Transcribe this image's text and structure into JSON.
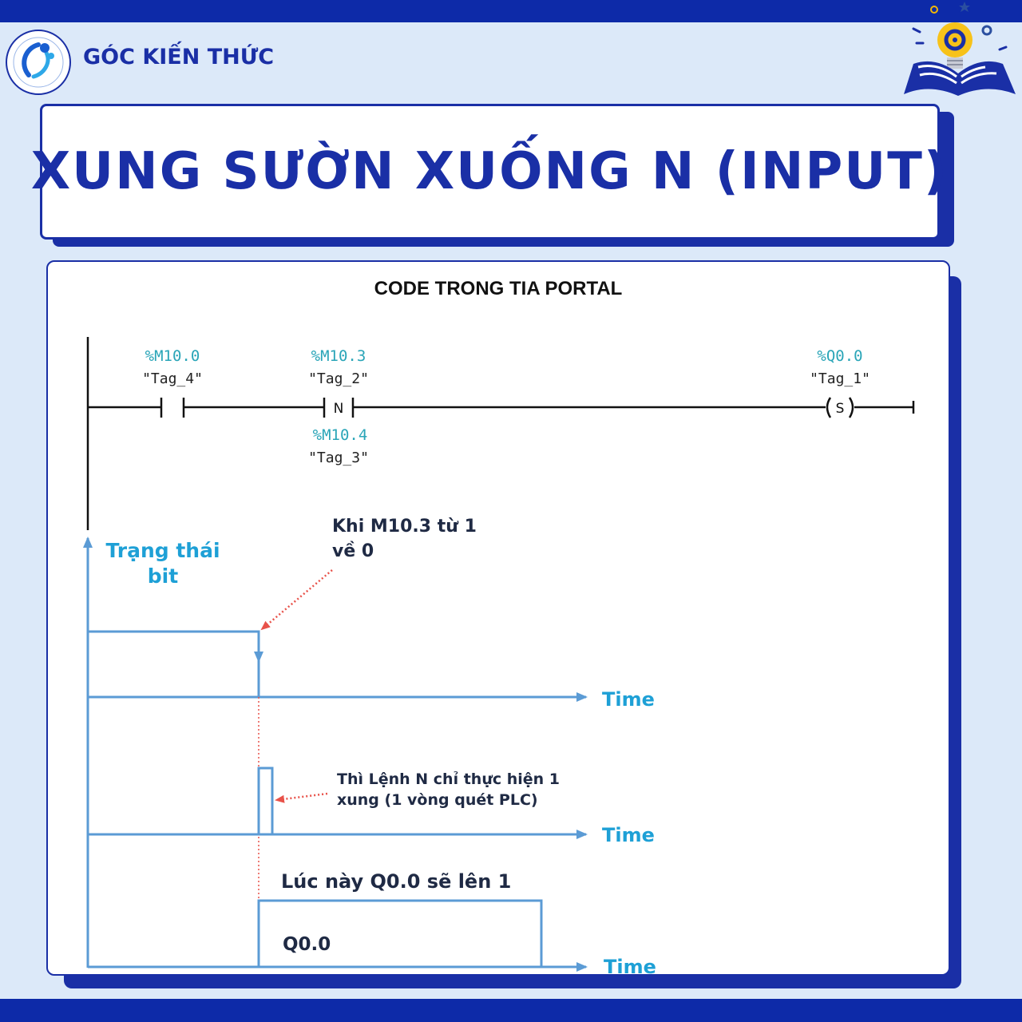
{
  "header": {
    "brand": "GÓC KIẾN THỨC"
  },
  "title": "XUNG SƯỜN XUỐNG N (INPUT)",
  "panel_title": "CODE TRONG TIA PORTAL",
  "ladder": {
    "contact1": {
      "address": "%M10.0",
      "tag": "\"Tag_4\""
    },
    "n_contact": {
      "address": "%M10.3",
      "tag": "\"Tag_2\"",
      "symbol": "N",
      "mem_address": "%M10.4",
      "mem_tag": "\"Tag_3\""
    },
    "coil": {
      "address": "%Q0.0",
      "tag": "\"Tag_1\"",
      "symbol": "S"
    }
  },
  "timing": {
    "y_label_line1": "Trạng thái",
    "y_label_line2": "bit",
    "note1_line1": "Khi M10.3 từ 1",
    "note1_line2": "về 0",
    "note2_line1": "Thì Lệnh N chỉ thực hiện 1",
    "note2_line2": "xung (1 vòng quét PLC)",
    "note3": "Lúc này Q0.0 sẽ lên 1",
    "q_label": "Q0.0",
    "time_label": "Time"
  },
  "colors": {
    "brand_blue": "#1a2fa6",
    "address_teal": "#2aa5b8",
    "signal_blue": "#5b9bd5",
    "arrow_red": "#e8524a",
    "label_cyan": "#1ea0d6"
  }
}
